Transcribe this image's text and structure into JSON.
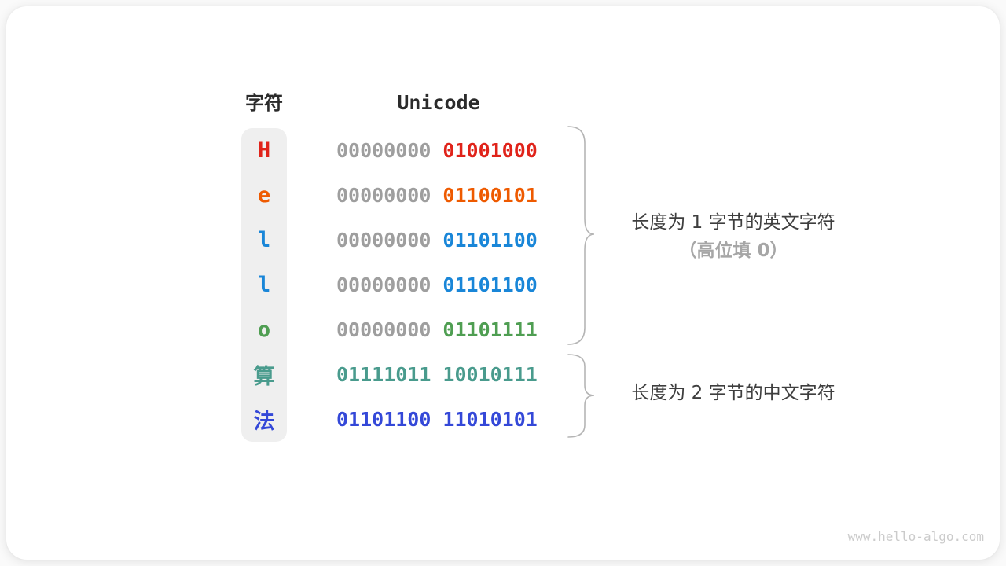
{
  "figure": {
    "header": {
      "char_col": "字符",
      "unicode_col": "Unicode"
    },
    "rows": [
      {
        "char": "H",
        "char_color": "#e0231a",
        "bytes": [
          {
            "text": "00000000",
            "color": "#9e9e9e"
          },
          {
            "text": "01001000",
            "color": "#e0231a"
          }
        ]
      },
      {
        "char": "e",
        "char_color": "#ee5a00",
        "bytes": [
          {
            "text": "00000000",
            "color": "#9e9e9e"
          },
          {
            "text": "01100101",
            "color": "#ee5a00"
          }
        ]
      },
      {
        "char": "l",
        "char_color": "#1986d8",
        "bytes": [
          {
            "text": "00000000",
            "color": "#9e9e9e"
          },
          {
            "text": "01101100",
            "color": "#1986d8"
          }
        ]
      },
      {
        "char": "l",
        "char_color": "#1986d8",
        "bytes": [
          {
            "text": "00000000",
            "color": "#9e9e9e"
          },
          {
            "text": "01101100",
            "color": "#1986d8"
          }
        ]
      },
      {
        "char": "o",
        "char_color": "#4f9e52",
        "bytes": [
          {
            "text": "00000000",
            "color": "#9e9e9e"
          },
          {
            "text": "01101111",
            "color": "#4f9e52"
          }
        ]
      },
      {
        "char": "算",
        "char_color": "#499b8d",
        "bytes": [
          {
            "text": "01111011",
            "color": "#499b8d"
          },
          {
            "text": "10010111",
            "color": "#499b8d"
          }
        ]
      },
      {
        "char": "法",
        "char_color": "#3448d8",
        "bytes": [
          {
            "text": "01101100",
            "color": "#3448d8"
          },
          {
            "text": "11010101",
            "color": "#3448d8"
          }
        ]
      }
    ],
    "annotations": {
      "english_line1": "长度为 1 字节的英文字符",
      "english_line2": "（高位填 0）",
      "chinese": "长度为 2 字节的中文字符"
    },
    "watermark": "www.hello-algo.com",
    "colors": {
      "zero_padding_gray": "#9e9e9e",
      "brace_gray": "#b5b5b5",
      "char_column_bg": "#efefef",
      "annotation_text": "#3e3e3e",
      "annotation_muted": "#a6a6a6"
    }
  }
}
